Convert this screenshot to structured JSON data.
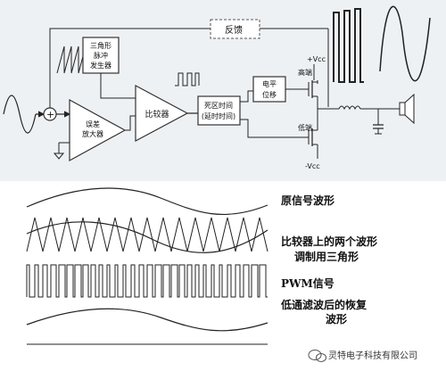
{
  "block_diagram": {
    "feedback": "反馈",
    "triangle_generator": [
      "三角形",
      "脉冲",
      "发生器"
    ],
    "error_amp": [
      "误差",
      "放大器"
    ],
    "comparator": "比较器",
    "deadtime": [
      "死区时间",
      "(延时时间)"
    ],
    "level_shift": [
      "电平",
      "位移"
    ],
    "high_side": "高端",
    "low_side": "低端",
    "vcc_pos": "+Vcc",
    "vcc_neg": "-Vcc",
    "sum_symbol": "+"
  },
  "waveform_captions": {
    "original": "原信号波形",
    "comparator_line1": "比较器上的两个波形",
    "comparator_line2": "调制用三角形",
    "pwm": "PWM信号",
    "recovered_line1": "低通滤波后的恢复",
    "recovered_line2": "波形"
  },
  "watermark": {
    "text": "灵特电子科技有限公司",
    "icon": "wechat-icon"
  }
}
